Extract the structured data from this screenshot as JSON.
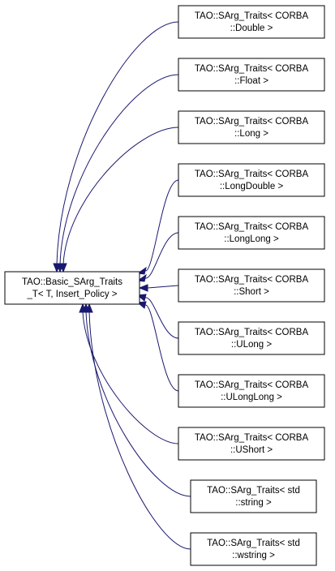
{
  "base_class": {
    "line1": "TAO::Basic_SArg_Traits",
    "line2": "_T< T, Insert_Policy >"
  },
  "derived_classes": [
    {
      "line1": "TAO::SArg_Traits< CORBA",
      "line2": "::Double >"
    },
    {
      "line1": "TAO::SArg_Traits< CORBA",
      "line2": "::Float >"
    },
    {
      "line1": "TAO::SArg_Traits< CORBA",
      "line2": "::Long >"
    },
    {
      "line1": "TAO::SArg_Traits< CORBA",
      "line2": "::LongDouble >"
    },
    {
      "line1": "TAO::SArg_Traits< CORBA",
      "line2": "::LongLong >"
    },
    {
      "line1": "TAO::SArg_Traits< CORBA",
      "line2": "::Short >"
    },
    {
      "line1": "TAO::SArg_Traits< CORBA",
      "line2": "::ULong >"
    },
    {
      "line1": "TAO::SArg_Traits< CORBA",
      "line2": "::ULongLong >"
    },
    {
      "line1": "TAO::SArg_Traits< CORBA",
      "line2": "::UShort >"
    },
    {
      "line1": "TAO::SArg_Traits< std",
      "line2": "::string >"
    },
    {
      "line1": "TAO::SArg_Traits< std",
      "line2": "::wstring >"
    }
  ],
  "colors": {
    "edge": "#191970",
    "box_border": "#000000",
    "background": "#ffffff"
  }
}
